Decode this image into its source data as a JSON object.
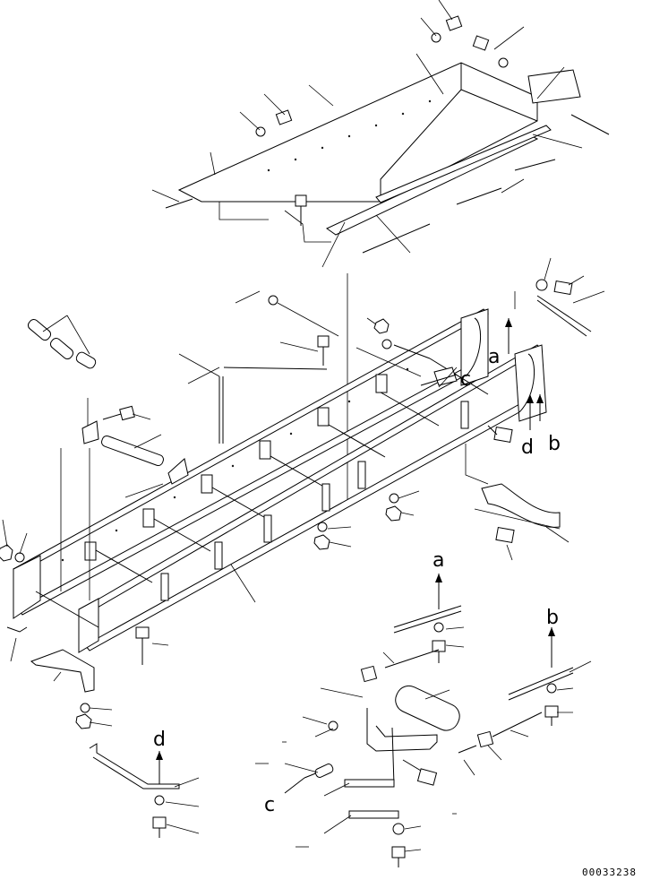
{
  "diagram": {
    "callouts": {
      "a_top": "a",
      "b_top": "b",
      "c_top": "c",
      "d_top": "d",
      "a_bottom": "a",
      "b_bottom": "b",
      "c_bottom": "c",
      "d_bottom": "d"
    },
    "document_number": "00033238"
  }
}
